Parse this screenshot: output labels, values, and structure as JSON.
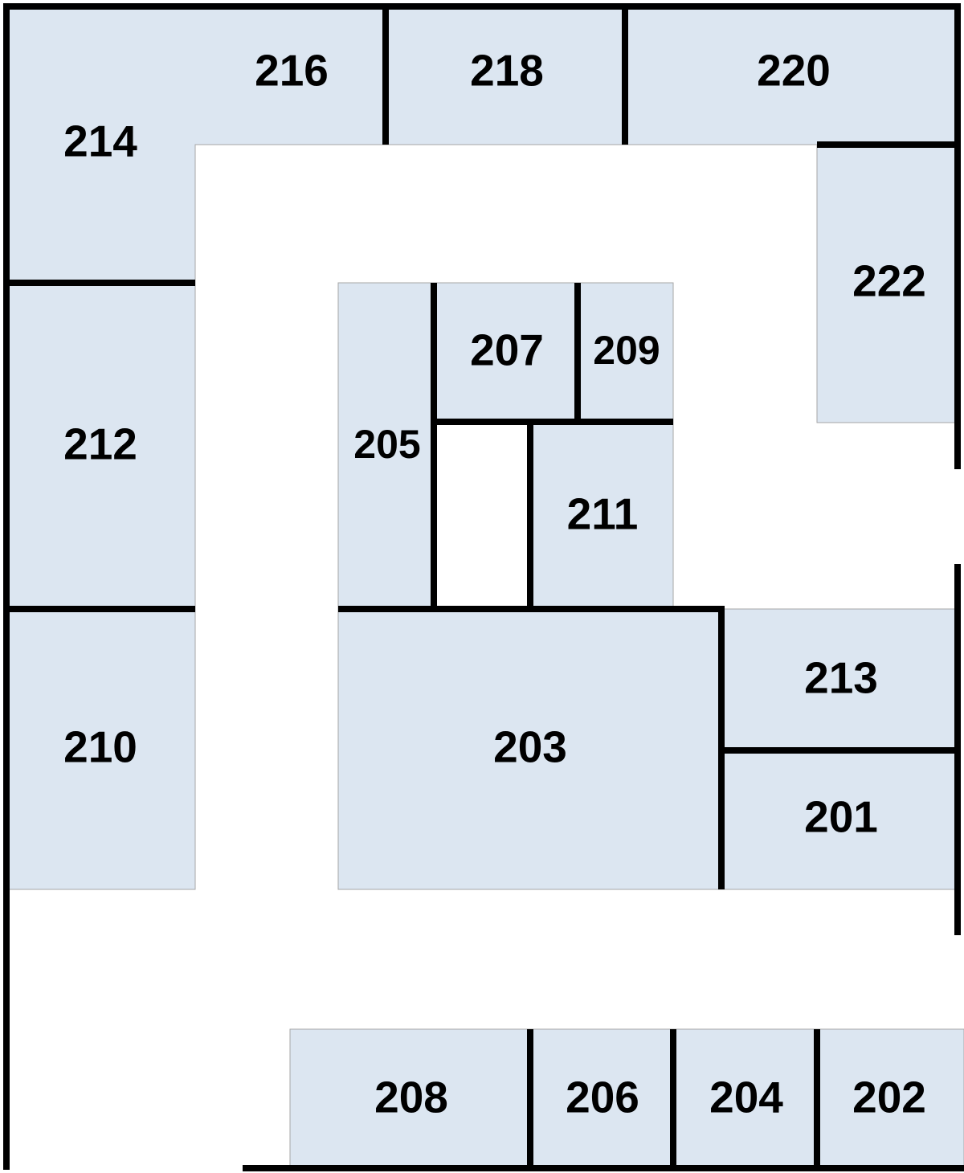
{
  "colors": {
    "room_fill": "#dce6f1",
    "wall": "#000000",
    "corridor": "#ffffff"
  },
  "rooms": {
    "r214": "214",
    "r216": "216",
    "r218": "218",
    "r220": "220",
    "r222": "222",
    "r212": "212",
    "r210": "210",
    "r205": "205",
    "r207": "207",
    "r209": "209",
    "r211": "211",
    "r203": "203",
    "r213": "213",
    "r201": "201",
    "r208": "208",
    "r206": "206",
    "r204": "204",
    "r202": "202"
  }
}
